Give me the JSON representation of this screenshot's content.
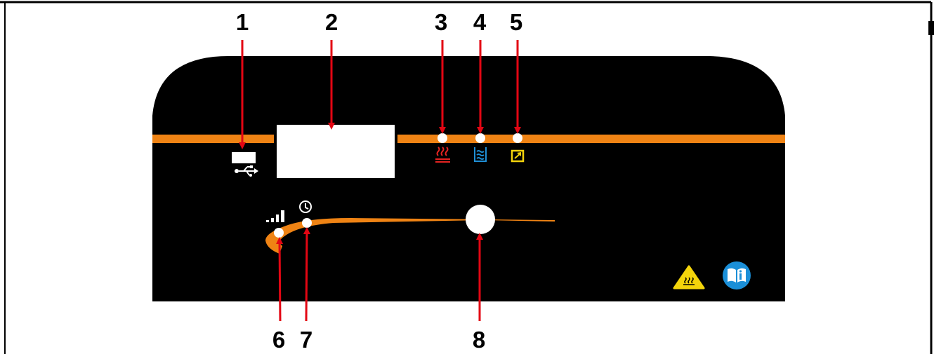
{
  "diagram": {
    "callouts": [
      {
        "id": "1",
        "label": "1",
        "target": "usb-port"
      },
      {
        "id": "2",
        "label": "2",
        "target": "display-window"
      },
      {
        "id": "3",
        "label": "3",
        "target": "heating-indicator"
      },
      {
        "id": "4",
        "label": "4",
        "target": "water-bath-indicator"
      },
      {
        "id": "5",
        "label": "5",
        "target": "fault-indicator"
      },
      {
        "id": "6",
        "label": "6",
        "target": "level-indicator"
      },
      {
        "id": "7",
        "label": "7",
        "target": "timer-indicator"
      },
      {
        "id": "8",
        "label": "8",
        "target": "control-knob"
      }
    ],
    "icons": [
      "usb-icon",
      "heating-icon",
      "water-bath-icon",
      "fault-icon",
      "signal-strength-icon",
      "clock-icon",
      "hot-surface-warning-icon",
      "read-manual-icon"
    ]
  },
  "colors": {
    "panel": "#000000",
    "accent_stripe": "#ef8314",
    "arrow": "#e30613",
    "heating_icon": "#e52421",
    "water_bath_icon": "#1f8fd6",
    "fault_icon": "#f2d20c",
    "warning_yellow": "#f4d50b",
    "info_blue": "#1b8fd8"
  }
}
